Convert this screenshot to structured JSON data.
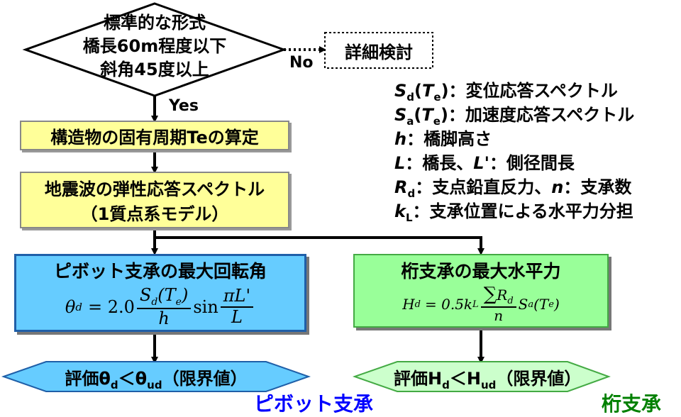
{
  "decision": {
    "line1": "標準的な形式",
    "line2": "橋長60m程度以下",
    "line3": "斜角45度以上",
    "no_label": "No",
    "yes_label": "Yes"
  },
  "detail_box": {
    "label": "詳細検討"
  },
  "step1": {
    "label": "構造物の固有周期Teの算定"
  },
  "step2": {
    "line1": "地震波の弾性応答スペクトル",
    "line2": "（1質点系モデル）"
  },
  "left_box": {
    "title": "ピボット支承の最大回転角",
    "formula": {
      "lhs": "θ",
      "lhs_sub": "d",
      "coef": "= 2.0",
      "num": "S",
      "num_sub": "d",
      "num_arg": "(T",
      "num_arg_sub": "e",
      "num_close": ")",
      "den": "h",
      "sin": "sin",
      "num2": "πL'",
      "den2": "L"
    }
  },
  "right_box": {
    "title": "桁支承の最大水平力",
    "formula": {
      "lhs": "H",
      "lhs_sub": "d",
      "coef": "= 0.5k",
      "coef_sub": "L",
      "sum": "∑",
      "num": "R",
      "num_sub": "d",
      "den": "n",
      "tail": "S",
      "tail_sub": "a",
      "tail_arg": "(T",
      "tail_arg_sub": "e",
      "tail_close": ")"
    }
  },
  "left_eval": {
    "prefix": "評価θ",
    "sub1": "d",
    "mid": "＜θ",
    "sub2": "ud",
    "suffix": "（限界値）"
  },
  "right_eval": {
    "prefix": "評価H",
    "sub1": "d",
    "mid": "＜H",
    "sub2": "ud",
    "suffix": "（限界値）"
  },
  "caption_left": "ピボット支承",
  "caption_right": "桁支承",
  "legend": [
    {
      "sym": "S",
      "sub": "d",
      "mid": "(",
      "sym2": "T",
      "sub2": "e",
      "rest": ")：変位応答スペクトル"
    },
    {
      "sym": "S",
      "sub": "a",
      "mid": "(",
      "sym2": "T",
      "sub2": "e",
      "rest": ")：加速度応答スペクトル"
    },
    {
      "sym": "h",
      "sub": "",
      "mid": "",
      "sym2": "",
      "sub2": "",
      "rest": "：橋脚高さ"
    },
    {
      "sym": "L",
      "sub": "",
      "mid": "：橋長、",
      "sym2": "L'",
      "sub2": "",
      "rest": "：側径間長"
    },
    {
      "sym": "R",
      "sub": "d",
      "mid": "：支点鉛直反力、",
      "sym2": "n",
      "sub2": "",
      "rest": "：支承数"
    },
    {
      "sym": "k",
      "sub": "L",
      "mid": "",
      "sym2": "",
      "sub2": "",
      "rest": "：支承位置による水平力分担"
    }
  ],
  "colors": {
    "yellow_box": "#ffff99",
    "blue_box": "#66ccff",
    "green_box": "#99ff99",
    "blue_eval": "#66ccff",
    "green_eval": "#ccffcc",
    "caption_blue": "#0000ff",
    "caption_green": "#008000"
  }
}
